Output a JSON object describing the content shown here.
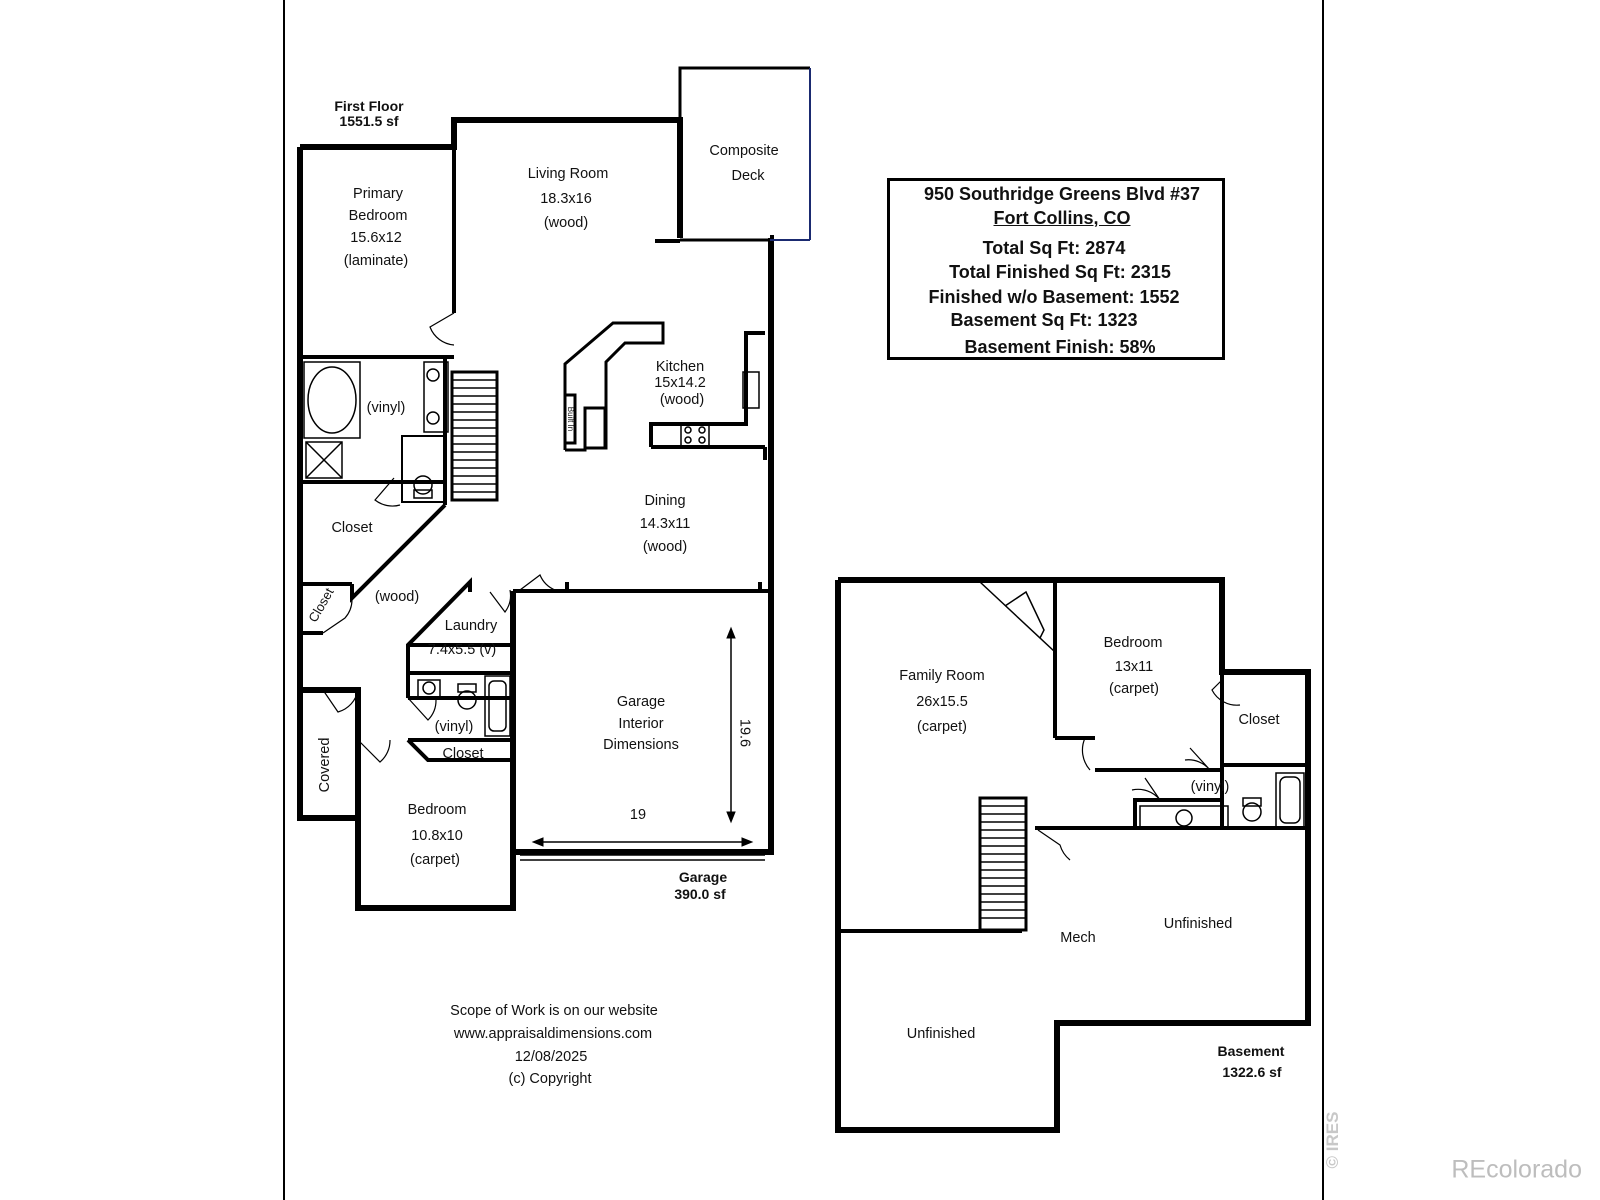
{
  "property": {
    "address": "950 Southridge Greens Blvd #37",
    "city": "Fort Collins, CO",
    "total_sq_ft": "Total Sq Ft:  2874",
    "total_finished_sq_ft": "Total Finished Sq Ft:  2315",
    "finished_without_basement": "Finished w/o Basement:  1552",
    "basement_sq_ft": "Basement Sq Ft:  1323",
    "basement_finish": "Basement Finish:  58%"
  },
  "first_floor": {
    "title": "First Floor",
    "area": "1551.5 sf",
    "rooms": {
      "primary_bedroom": [
        "Primary",
        "Bedroom",
        "15.6x12",
        "(laminate)"
      ],
      "living_room": [
        "Living Room",
        "18.3x16",
        "(wood)"
      ],
      "composite_deck": [
        "Composite",
        "Deck"
      ],
      "kitchen": [
        "Kitchen",
        "15x14.2",
        "(wood)"
      ],
      "built_in": "Built In",
      "primary_bath_floor": "(vinyl)",
      "closet_primary": "Closet",
      "dining": [
        "Dining",
        "14.3x11",
        "(wood)"
      ],
      "closet_small": "Closet",
      "hall_floor": "(wood)",
      "laundry": [
        "Laundry",
        "7.4x5.5 (v)"
      ],
      "bath_floor": "(vinyl)",
      "closet_bedroom": "Closet",
      "covered": "Covered",
      "bedroom": [
        "Bedroom",
        "10.8x10",
        "(carpet)"
      ]
    }
  },
  "garage": {
    "title": "Garage",
    "area": "390.0 sf",
    "label": [
      "Garage",
      "Interior",
      "Dimensions"
    ],
    "width": "19",
    "depth": "19.6"
  },
  "basement": {
    "title": "Basement",
    "area": "1322.6 sf",
    "rooms": {
      "family_room": [
        "Family Room",
        "26x15.5",
        "(carpet)"
      ],
      "bedroom": [
        "Bedroom",
        "13x11",
        "(carpet)"
      ],
      "closet": "Closet",
      "bath_floor": "(vinyl)",
      "mech": "Mech",
      "unfinished_right": "Unfinished",
      "unfinished_left": "Unfinished"
    }
  },
  "footer": {
    "scope": "Scope of Work is on our website",
    "website": "www.appraisaldimensions.com",
    "date": "12/08/2025",
    "copyright": "(c) Copyright"
  },
  "watermarks": {
    "ires": "© IRES",
    "recolorado": "REcolorado"
  }
}
